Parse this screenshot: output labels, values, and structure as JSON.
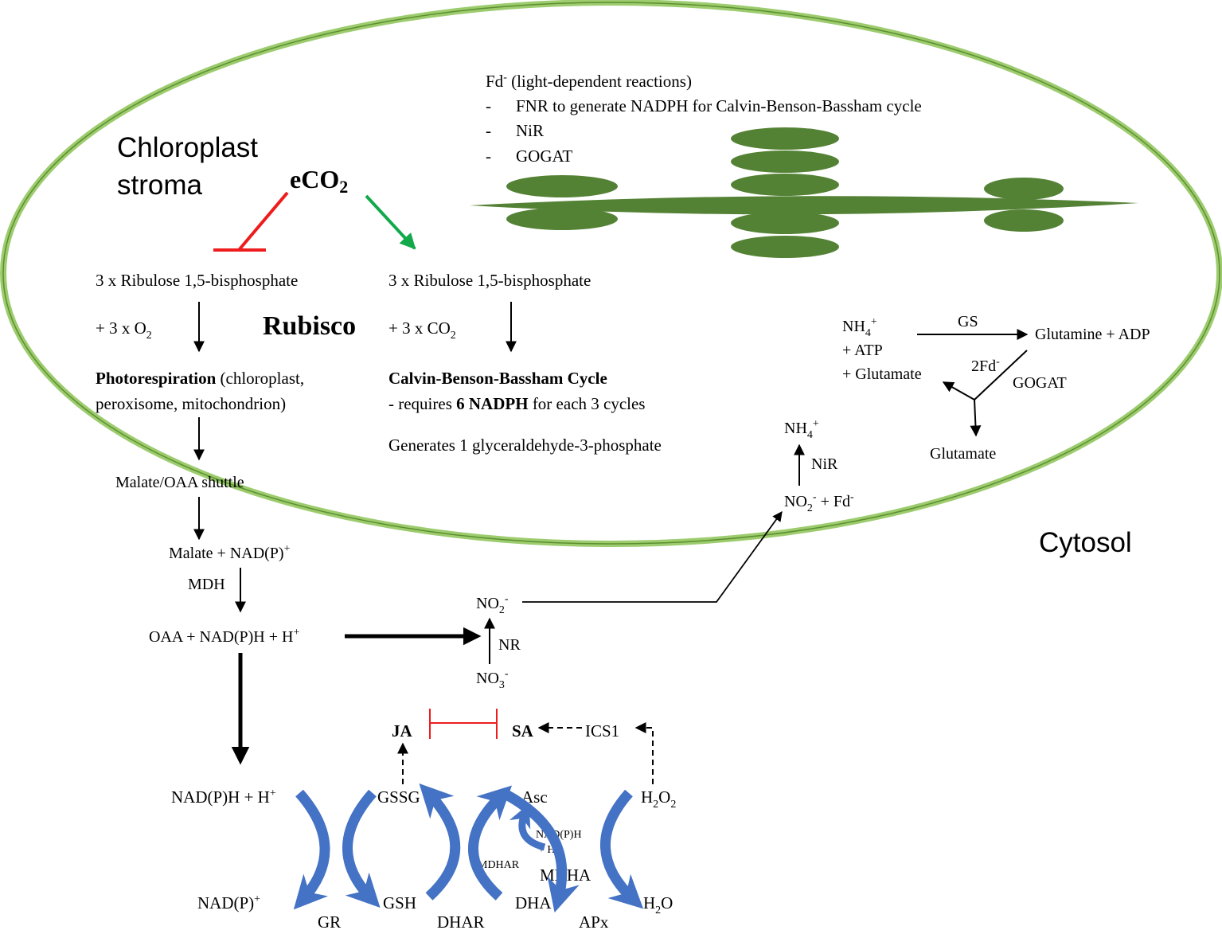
{
  "colors": {
    "chloroplast_outline": "#9ccc6e",
    "chloroplast_inner": "#5e8f2f",
    "thylakoid": "#548235",
    "inhibition_red": "#ee1c1c",
    "promotion_green": "#12a94a",
    "cycle_blue": "#4472c4",
    "cycle_blue_dark": "#2e569e"
  },
  "labels": {
    "chloroplast_stroma_line1": "Chloroplast",
    "chloroplast_stroma_line2": "stroma",
    "cytosol": "Cytosol",
    "eco2_main": "eCO",
    "eco2_sub": "2",
    "rubisco": "Rubisco",
    "fd_head_main": "Fd",
    "fd_head_sup": "-",
    "fd_head_rest": " (light-dependent reactions)",
    "fd_item_dash": "-",
    "fd_items": [
      "FNR to generate NADPH for Calvin-Benson-Bassham cycle",
      "NiR",
      "GOGAT"
    ],
    "rubp_left": "3 x Ribulose 1,5-bisphosphate",
    "rubp_right": "3 x Ribulose 1,5-bisphosphate",
    "o2_main": "+ 3 x O",
    "o2_sub": "2",
    "co2_main": "+ 3 x CO",
    "co2_sub": "2",
    "photoresp_bold": "Photorespiration",
    "photoresp_rest": " (chloroplast,",
    "photoresp_line2": "peroxisome, mitochondrion)",
    "cbb_title": "Calvin-Benson-Bassham Cycle",
    "cbb_pre": "- requires ",
    "cbb_bold": "6 NADPH",
    "cbb_post": " for each 3 cycles",
    "g3p": "Generates 1 glyceraldehyde-3-phosphate",
    "malate_shuttle": "Malate/OAA shuttle",
    "malate_nadp_main": "Malate + NAD(P)",
    "malate_nadp_sup": "+",
    "mdh": "MDH",
    "oaa_main": "OAA + NAD(P)H + H",
    "oaa_sup": "+",
    "no2_main": "NO",
    "no2_sub": "2",
    "no2_sup": "-",
    "nr": "NR",
    "no3_main": "NO",
    "no3_sub": "3",
    "no3_sup": "-",
    "nh4_main": "NH",
    "nh4_sub": "4",
    "nh4_sup": "+",
    "nir": "NiR",
    "no2fd_main": "NO",
    "no2fd_sub": "2",
    "no2fd_sup": "-",
    "no2fd_rest": " + Fd",
    "no2fd_sup2": "-",
    "gs_nh4_main": "NH",
    "gs_nh4_sub": "4",
    "gs_nh4_sup": "+",
    "gs_atp": "+ ATP",
    "gs_glutamate": "+ Glutamate",
    "gs": "GS",
    "glutamine_adp": "Glutamine + ADP",
    "twofd_main": "2Fd",
    "twofd_sup": "-",
    "gogat": "GOGAT",
    "glutamate": "Glutamate",
    "ja": "JA",
    "sa": "SA",
    "ics1": "ICS1",
    "nadph_h_main": "NAD(P)H + H",
    "nadph_h_sup": "+",
    "gssg": "GSSG",
    "asc": "Asc",
    "h2o2_a": "H",
    "h2o2_sub1": "2",
    "h2o2_b": "O",
    "h2o2_sub2": "2",
    "nadph_small_line1": "NAD(P)H",
    "nadph_small_line2_main": "+ H",
    "nadph_small_line2_sup": "+",
    "mdhar": "MDHAR",
    "mdha": "MDHA",
    "nadp_main": "NAD(P)",
    "nadp_sup": "+",
    "gsh": "GSH",
    "dha": "DHA",
    "h2o_a": "H",
    "h2o_sub": "2",
    "h2o_b": "O",
    "gr": "GR",
    "dhar": "DHAR",
    "apx": "APx"
  }
}
